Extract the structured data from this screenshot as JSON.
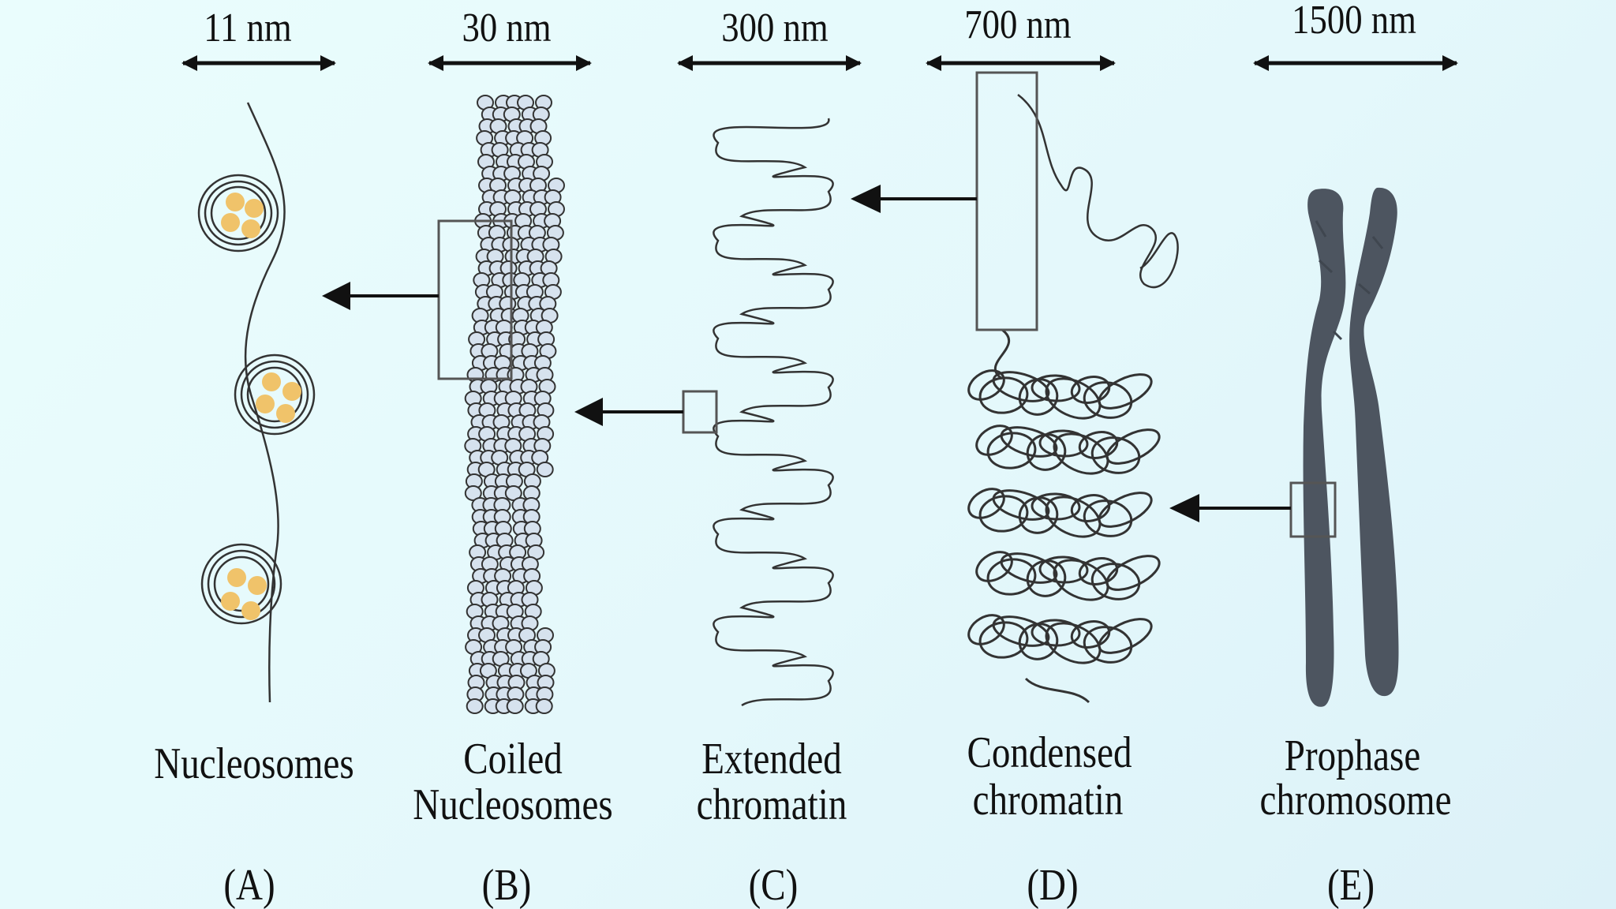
{
  "colors": {
    "background": "#e6fafb",
    "line": "#333333",
    "histone": "#f0c36a",
    "chromosome": "#4d5560",
    "bead": "#d6e2ee"
  },
  "stages": [
    {
      "scale": "11 nm",
      "caption": [
        "Nucleosomes"
      ],
      "letter": "(A)"
    },
    {
      "scale": "30 nm",
      "caption": [
        "Coiled",
        "Nucleosomes"
      ],
      "letter": "(B)"
    },
    {
      "scale": "300 nm",
      "caption": [
        "Extended",
        "chromatin"
      ],
      "letter": "(C)"
    },
    {
      "scale": "700 nm",
      "caption": [
        "Condensed",
        "chromatin"
      ],
      "letter": "(D)"
    },
    {
      "scale": "1500 nm",
      "caption": [
        "Prophase",
        "chromosome"
      ],
      "letter": "(E)"
    }
  ]
}
